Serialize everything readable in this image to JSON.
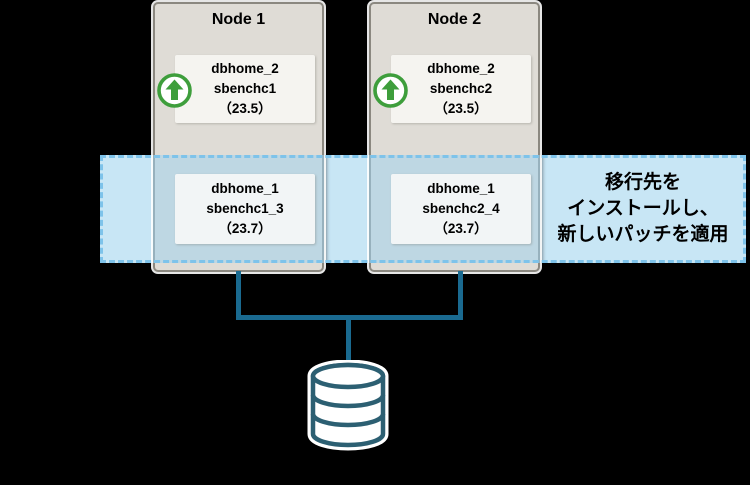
{
  "diagram": {
    "nodes": [
      {
        "title": "Node 1",
        "top_box": {
          "line1": "dbhome_2",
          "line2": "sbenchc1",
          "line3": "（23.5）"
        },
        "bottom_box": {
          "line1": "dbhome_1",
          "line2": "sbenchc1_3",
          "line3": "（23.7）"
        }
      },
      {
        "title": "Node 2",
        "top_box": {
          "line1": "dbhome_2",
          "line2": "sbenchc2",
          "line3": "（23.5）"
        },
        "bottom_box": {
          "line1": "dbhome_1",
          "line2": "sbenchc2_4",
          "line3": "（23.7）"
        }
      }
    ],
    "annotation": {
      "line1": "移行先を",
      "line2": "インストールし、",
      "line3": "新しいパッチを適用"
    },
    "icons": {
      "upgrade": "up-arrow-circle-icon",
      "database": "database-cylinder-icon"
    },
    "colors": {
      "background": "#000000",
      "node_fill": "#DFDCD6",
      "node_border": "#8B8880",
      "band_fill": "#C8E6F5",
      "band_border_dash": "#7EC3EA",
      "connector": "#1A6A90",
      "database_outline": "#2C5F72",
      "upgrade_green": "#3E9E3C",
      "text": "#000000"
    }
  }
}
